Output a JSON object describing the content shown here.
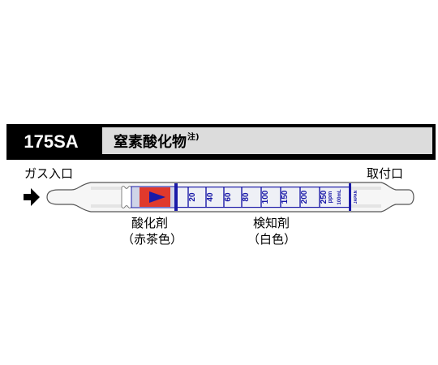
{
  "header": {
    "model": "175SA",
    "name": "窒素酸化物",
    "note_mark": "注)"
  },
  "tube": {
    "inlet_label": "ガス入口",
    "outlet_label": "取付口",
    "oxidizer_label": "酸化剤",
    "oxidizer_color_label": "（赤茶色）",
    "detector_label": "検知剤",
    "detector_color_label": "（白色）",
    "scale_marks": [
      "20",
      "40",
      "60",
      "80",
      "100",
      "150",
      "200",
      "250"
    ],
    "unit": "ppm",
    "volume": "100mL",
    "origin": "JAPAN"
  },
  "colors": {
    "header_bg": "#000000",
    "name_bg": "#dcdcdc",
    "scale_blue": "#1a1aa8",
    "oxidizer_red": "#e0392c"
  }
}
